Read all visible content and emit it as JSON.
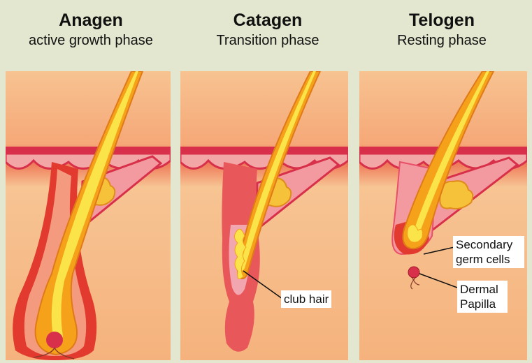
{
  "phases": [
    {
      "title": "Anagen",
      "subtitle": "active growth phase"
    },
    {
      "title": "Catagen",
      "subtitle": "Transition phase"
    },
    {
      "title": "Telogen",
      "subtitle": "Resting phase"
    }
  ],
  "labels": {
    "club_hair": "club hair",
    "secondary_germ_1": "Secondary",
    "secondary_germ_2": "germ cells",
    "dermal_1": "Dermal",
    "dermal_2": "Papilla"
  },
  "colors": {
    "background": "#e4e7cf",
    "skin": "#f6c28e",
    "epidermis": "#e8506a",
    "follicle": "#e23a2e",
    "hair": "#f5a21a",
    "medulla": "#fbe34a"
  }
}
